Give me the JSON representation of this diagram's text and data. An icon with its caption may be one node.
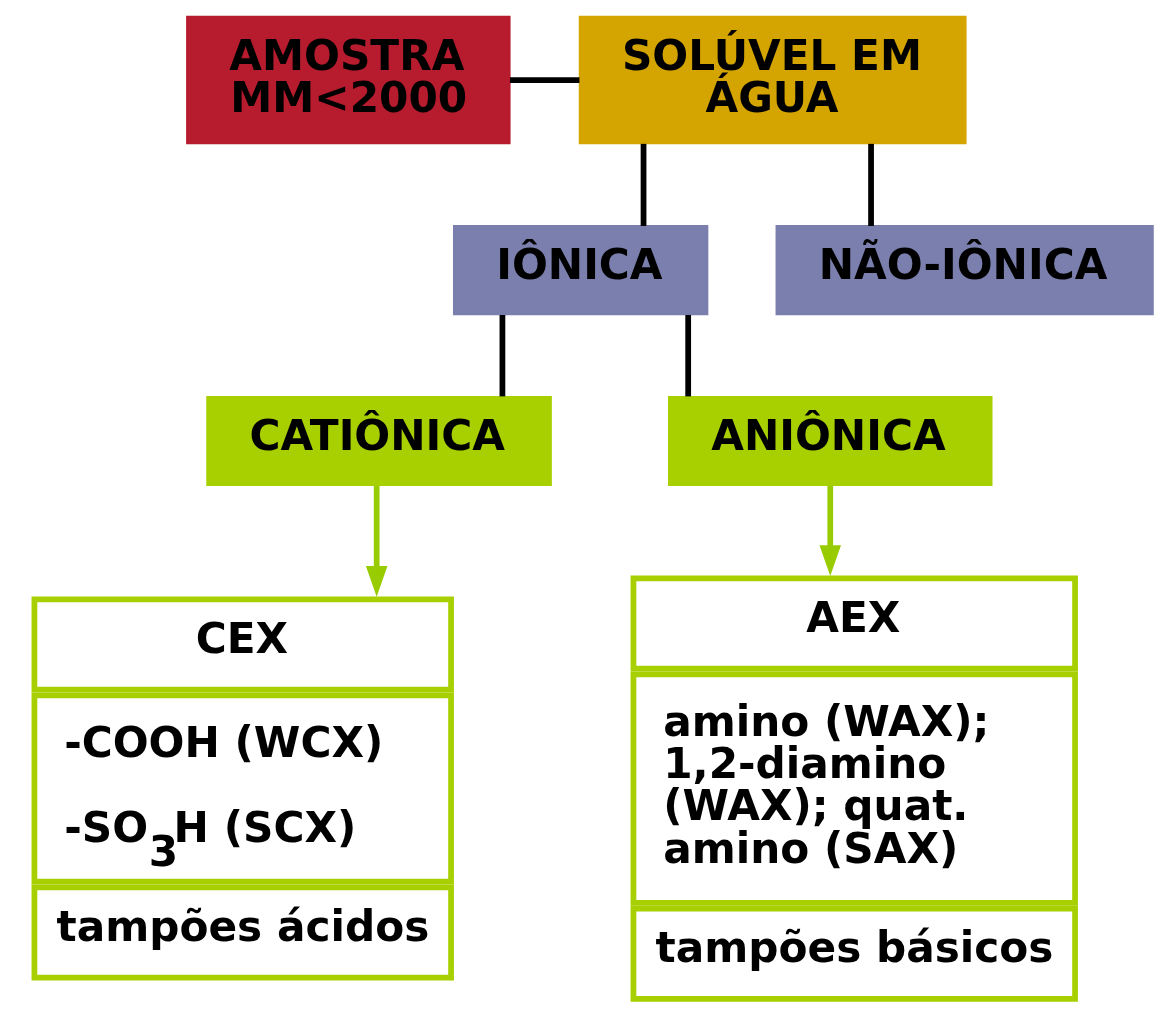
{
  "diagram": {
    "nodes": [
      {
        "text": [
          "AMOSTRA MM<2000"
        ]
      },
      {
        "text": [
          "SOLÚVEL EM ÁGUA"
        ]
      },
      {
        "text": [
          "IÔNICA"
        ]
      },
      {
        "text": [
          "NÃO-IÔNICA"
        ]
      },
      {
        "text": [
          "CATIÔNICA"
        ]
      },
      {
        "text": [
          "ANIÔNICA"
        ]
      },
      {
        "text": [
          "CEX",
          "-COOH (WCX)",
          "-SO$_{3}$H (SCX)",
          "tampões ácidos"
        ]
      },
      {
        "text": [
          "AEX",
          "amino (WAX); 1,2-diamino (WAX); quat. amino (SAX)",
          "tampões básicos"
        ]
      }
    ],
    "edges": [
      {
        "from": 0,
        "to": 1,
        "arrow": "none"
      },
      {
        "from": 1,
        "to": 2,
        "arrow": "none"
      },
      {
        "from": 1,
        "to": 3,
        "arrow": "none"
      },
      {
        "from": 2,
        "to": 4,
        "arrow": "none"
      },
      {
        "from": 2,
        "to": 5,
        "arrow": "none"
      },
      {
        "from": 4,
        "to": 6,
        "arrow": "to",
        "color": "#99cc00"
      },
      {
        "from": 5,
        "to": 7,
        "arrow": "to",
        "color": "#99cc00"
      }
    ]
  }
}
